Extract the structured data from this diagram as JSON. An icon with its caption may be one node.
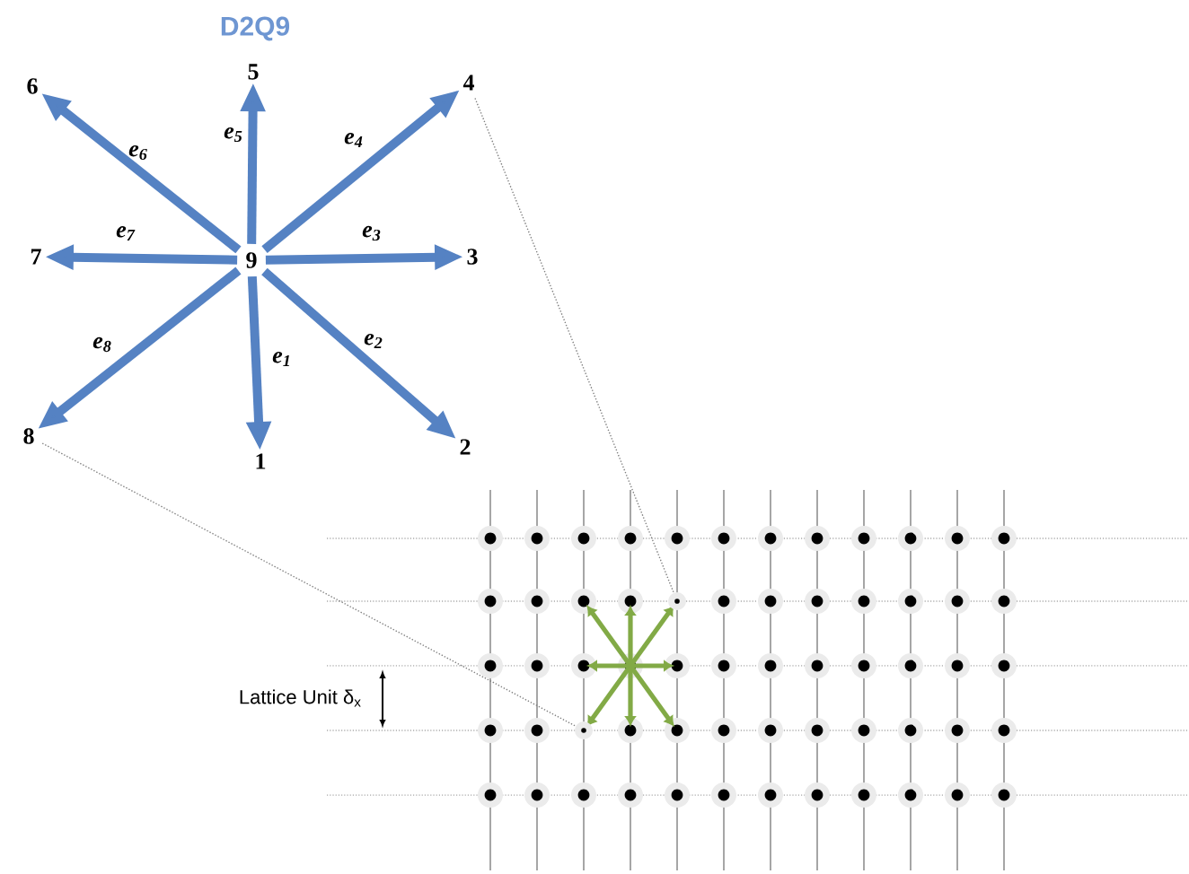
{
  "diagram": {
    "title": "D2Q9",
    "nodes": [
      {
        "text": [
          "6"
        ]
      },
      {
        "text": [
          "5"
        ]
      },
      {
        "text": [
          "4"
        ]
      },
      {
        "text": [
          "7"
        ]
      },
      {
        "text": [
          "9"
        ]
      },
      {
        "text": [
          "3"
        ]
      },
      {
        "text": [
          "8"
        ]
      },
      {
        "text": [
          "2"
        ]
      },
      {
        "text": [
          "1"
        ]
      },
      {
        "text": [],
        "shape": "circle"
      },
      {
        "text": [],
        "shape": "circle"
      }
    ],
    "edges": [
      {
        "from": 4,
        "to": 8,
        "arrow": "to",
        "label": "e$_{1}$"
      },
      {
        "from": 4,
        "to": 7,
        "arrow": "to",
        "label": "e$_{2}$"
      },
      {
        "from": 4,
        "to": 5,
        "arrow": "to",
        "label": "e$_{3}$"
      },
      {
        "from": 4,
        "to": 2,
        "arrow": "to",
        "label": "e$_{4}$"
      },
      {
        "from": 4,
        "to": 1,
        "arrow": "to",
        "label": "e$_{5}$"
      },
      {
        "from": 4,
        "to": 0,
        "arrow": "to",
        "label": "e$_{6}$"
      },
      {
        "from": 4,
        "to": 3,
        "arrow": "to",
        "label": "e$_{7}$"
      },
      {
        "from": 4,
        "to": 6,
        "arrow": "to",
        "label": "e$_{8}$"
      },
      {
        "from": 2,
        "to": 9,
        "arrow": "none",
        "style": "dashed",
        "color": "#808080"
      },
      {
        "from": 6,
        "to": 10,
        "arrow": "none",
        "style": "dashed",
        "color": "#808080"
      }
    ],
    "labels": [
      "Lattice Unit δ$_{x}$"
    ]
  }
}
